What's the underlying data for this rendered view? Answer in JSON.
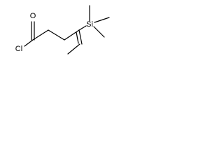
{
  "molecule": {
    "atoms": {
      "oxygen": "O",
      "chlorine": "Cl",
      "silicon": "Si"
    }
  }
}
